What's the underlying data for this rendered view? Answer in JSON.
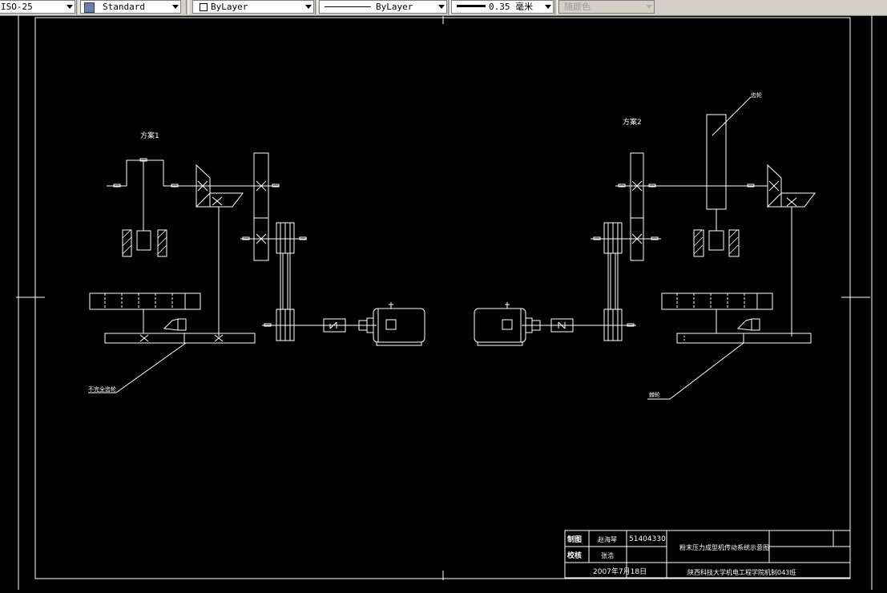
{
  "toolbar": {
    "dimstyle": "ISO-25",
    "textstyle": "Standard",
    "layer": "ByLayer",
    "linetype": "ByLayer",
    "lineweight": "0.35 毫米",
    "color": "随颜色"
  },
  "drawing": {
    "scheme1_label": "方案1",
    "scheme2_label": "方案2",
    "roller_label": "齿轮",
    "note_left": "不完全齿轮",
    "note_right": "棘轮"
  },
  "title_block": {
    "row1_role": "制图",
    "row1_name": "赵海琴",
    "row1_id": "51404330",
    "title": "粉末压力成型机传动系统示意图",
    "row2_role": "校核",
    "row2_name": "张浩",
    "date": "2007年7月18日",
    "school": "陕西科技大学机电工程学院机制043班"
  },
  "colors": {
    "background": "#000000",
    "lines": "#ffffff",
    "toolbar": "#d4d0c8"
  }
}
